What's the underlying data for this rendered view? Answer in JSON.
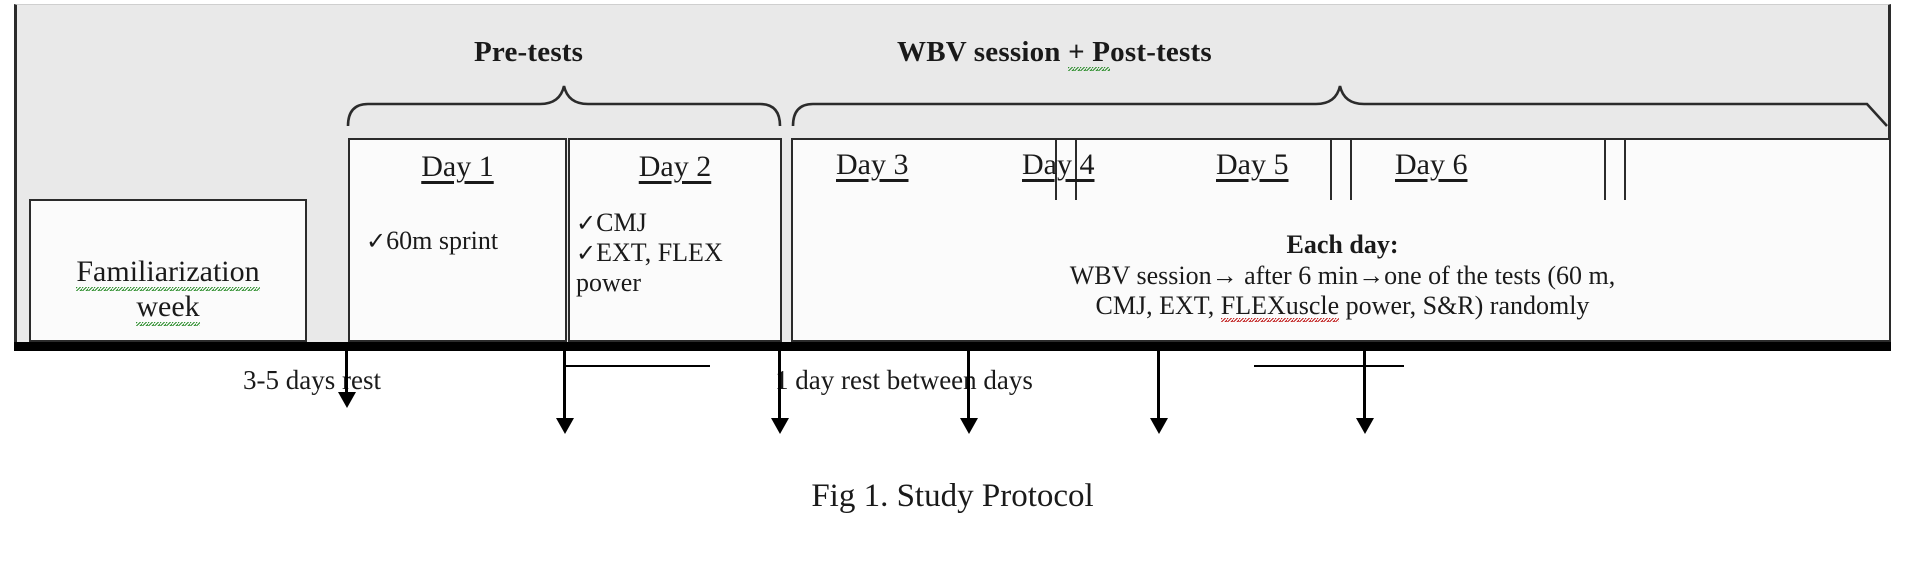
{
  "figure": {
    "caption": "Fig 1. Study Protocol"
  },
  "groups": {
    "pretests": {
      "label": "Pre-tests"
    },
    "wbv": {
      "label_part1": "WBV session ",
      "label_plus": "+ P",
      "label_part2": "ost-tests"
    }
  },
  "familiarization": {
    "line1": "Familiarization",
    "line2": "week"
  },
  "days": [
    {
      "label": "Day 1",
      "bullets": [
        "60m sprint"
      ]
    },
    {
      "label": "Day 2",
      "bullets": [
        "CMJ",
        "EXT, FLEX",
        "power"
      ]
    },
    {
      "label": "Day 3"
    },
    {
      "label": "Day 4"
    },
    {
      "label": "Day 5"
    },
    {
      "label": "Day 6"
    }
  ],
  "each_day": {
    "heading": "Each day:",
    "line1": "WBV session→ after 6 min→one of the tests (60 m,",
    "line2_a": "CMJ, EXT, ",
    "line2_b": "FLEXuscle",
    "line2_c": " power, S&R) randomly"
  },
  "rest_labels": {
    "pre": "3-5 days rest",
    "between": "1 day rest between days"
  },
  "icons": {
    "check": "✓",
    "arrow": "→"
  },
  "colors": {
    "panel_bg": "#e9e9e9",
    "box_bg": "#fbfbfb",
    "stroke": "#2b2b2b",
    "spell_green": "#2f8f2f",
    "spell_red": "#c02020"
  }
}
